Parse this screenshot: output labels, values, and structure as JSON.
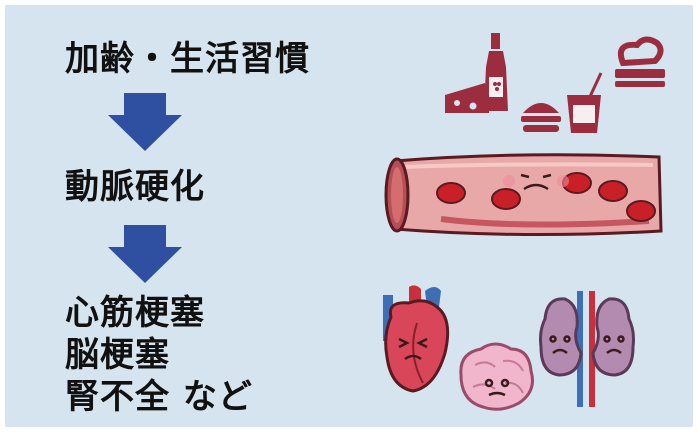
{
  "flow": {
    "cause": "加齢・生活習慣",
    "mechanism": "動脈硬化",
    "outcomes": [
      "心筋梗塞",
      "脳梗塞",
      "腎不全 など"
    ]
  },
  "colors": {
    "background": "#d5e4ee",
    "arrow": "#2f4fa0",
    "icon": "#9b2d3f"
  },
  "icons": {
    "lifestyle": [
      "cheese-icon",
      "bottle-icon",
      "burger-icon",
      "drink-icon",
      "cigarette-icon"
    ],
    "artery": "artery-illustration",
    "organs": [
      "heart-illustration",
      "brain-illustration",
      "kidney-illustration"
    ]
  }
}
